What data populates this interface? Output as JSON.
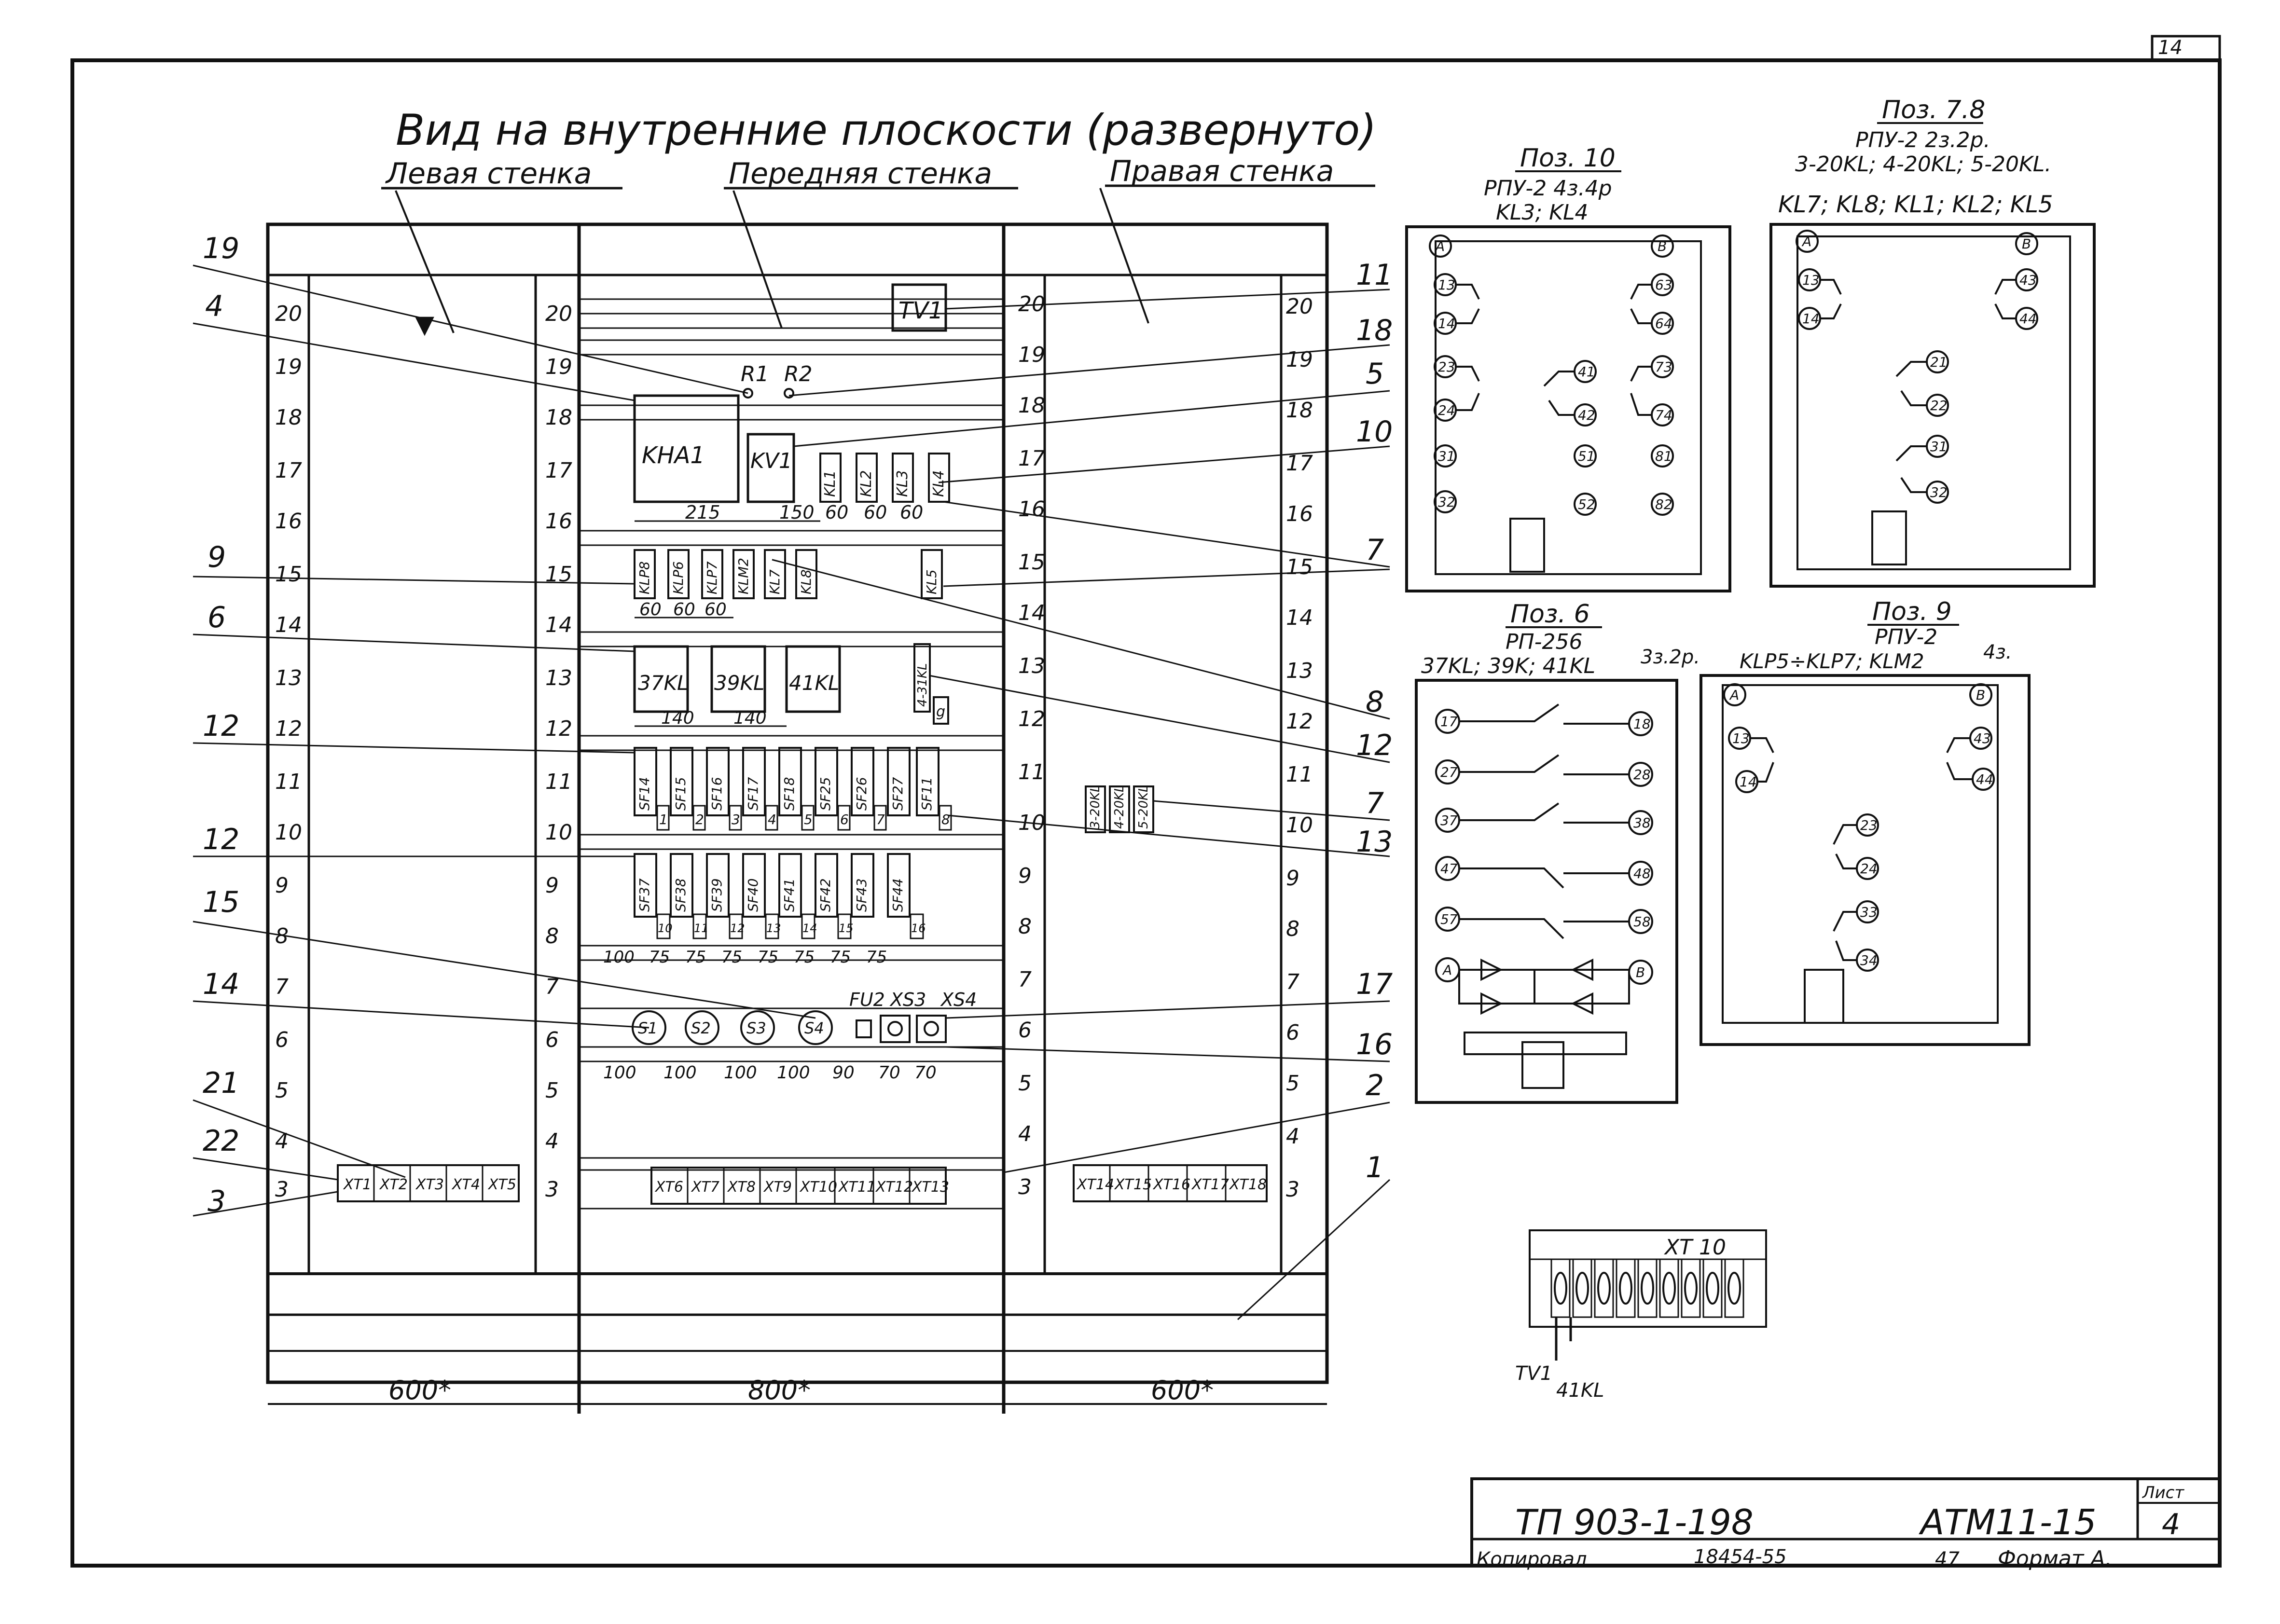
{
  "sheet_corner_number": "14",
  "title_line1": "Вид на внутренние плоскости (развернуто)",
  "walls": {
    "left": "Левая стенка",
    "front": "Передняя стенка",
    "right": "Правая стенка"
  },
  "dimensions": {
    "left_width": "600*",
    "front_width": "800*",
    "right_width": "600*"
  },
  "row_numbers": [
    "20",
    "19",
    "18",
    "17",
    "16",
    "15",
    "14",
    "13",
    "12",
    "11",
    "10",
    "9",
    "8",
    "7",
    "6",
    "5",
    "4",
    "3"
  ],
  "front_devices": {
    "tv": "TV1",
    "resistors": [
      "R1",
      "R2"
    ],
    "kha": "KHA1",
    "kv": "KV1",
    "relay_row17": [
      "KL1",
      "KL2",
      "KL3",
      "KL4"
    ],
    "relay_row15": [
      "KLP8",
      "KLP6",
      "KLP7",
      "KLM2",
      "KL7",
      "KL8",
      "KL5"
    ],
    "relay_row13": [
      "37KL",
      "39KL",
      "41KL",
      "4-31KL",
      "g"
    ],
    "sf_row11": [
      "SF14",
      "SF15",
      "SF16",
      "SF17",
      "SF18",
      "SF25",
      "SF26",
      "SF27",
      "SF11"
    ],
    "sf_row11_small": [
      "1",
      "2",
      "3",
      "4",
      "5",
      "6",
      "7",
      "8"
    ],
    "sf_row9": [
      "SF37",
      "SF38",
      "SF39",
      "SF40",
      "SF41",
      "SF42",
      "SF43",
      "SF44"
    ],
    "sf_row9_small": [
      "10",
      "11",
      "12",
      "13",
      "14",
      "15",
      "16"
    ],
    "signals": [
      "S1",
      "S2",
      "S3",
      "S4"
    ],
    "fuse": "FU2",
    "sockets": [
      "XS3",
      "XS4"
    ],
    "right_wall_relays": [
      "3-20KL",
      "4-20KL",
      "5-20KL"
    ]
  },
  "dim_labels": {
    "row17": [
      "215",
      "150",
      "60",
      "60",
      "60"
    ],
    "row15": [
      "60",
      "60",
      "60"
    ],
    "row13": [
      "140",
      "140"
    ],
    "row8": [
      "100",
      "75",
      "75",
      "75",
      "75",
      "75",
      "75",
      "75"
    ],
    "row5": [
      "100",
      "100",
      "100",
      "100",
      "90",
      "70",
      "70"
    ]
  },
  "terminals": {
    "left": [
      "XT1",
      "XT2",
      "XT3",
      "XT4",
      "XT5"
    ],
    "front": [
      "XT6",
      "XT7",
      "XT8",
      "XT9",
      "XT10",
      "XT11",
      "XT12",
      "XT13"
    ],
    "right": [
      "XT14",
      "XT15",
      "XT16",
      "XT17",
      "XT18"
    ]
  },
  "callouts_left": [
    "19",
    "4",
    "9",
    "6",
    "12",
    "12",
    "15",
    "14",
    "21",
    "22",
    "3"
  ],
  "callouts_right": [
    "11",
    "18",
    "5",
    "10",
    "7",
    "8",
    "12",
    "7",
    "13",
    "17",
    "16",
    "2",
    "1"
  ],
  "pos10": {
    "title": "Поз. 10",
    "sub1": "РПУ-2  4з.4р",
    "sub2": "KL3;  KL4",
    "contacts": [
      "А",
      "В",
      "13",
      "14",
      "63",
      "64",
      "23",
      "24",
      "41",
      "42",
      "73",
      "74",
      "31",
      "32",
      "51",
      "52",
      "81",
      "82"
    ]
  },
  "pos78": {
    "title": "Поз. 7.8",
    "sub1": "РПУ-2  2з.2р.",
    "sub2": "3-20KL; 4-20KL; 5-20KL.",
    "sub3": "KL7; KL8; KL1; KL2; KL5",
    "contacts": [
      "А",
      "В",
      "13",
      "14",
      "43",
      "44",
      "21",
      "22",
      "31",
      "32"
    ]
  },
  "pos6": {
    "title": "Поз. 6",
    "sub1": "РП-256",
    "sub1b": "3з.2р.",
    "sub2": "37KL; 39K; 41KL",
    "contacts": [
      "17",
      "18",
      "27",
      "28",
      "37",
      "38",
      "47",
      "48",
      "57",
      "58",
      "А",
      "В"
    ]
  },
  "pos9": {
    "title": "Поз. 9",
    "sub1": "РПУ-2",
    "sub1b": "4з.",
    "sub2": "KLP5÷KLP7; KLM2",
    "contacts": [
      "А",
      "В",
      "13",
      "14",
      "43",
      "44",
      "23",
      "24",
      "33",
      "34"
    ]
  },
  "xt10_detail": {
    "title": "XT 10",
    "labels": [
      "TV1",
      "41KL"
    ]
  },
  "stamp": {
    "project": "ТП 903-1-198",
    "code": "АТМ11-15",
    "sheet_label": "Лист",
    "sheet_no": "4"
  },
  "footer": {
    "copied": "Копировал",
    "number": "18454-55",
    "page": "47",
    "format": "Формат А."
  }
}
